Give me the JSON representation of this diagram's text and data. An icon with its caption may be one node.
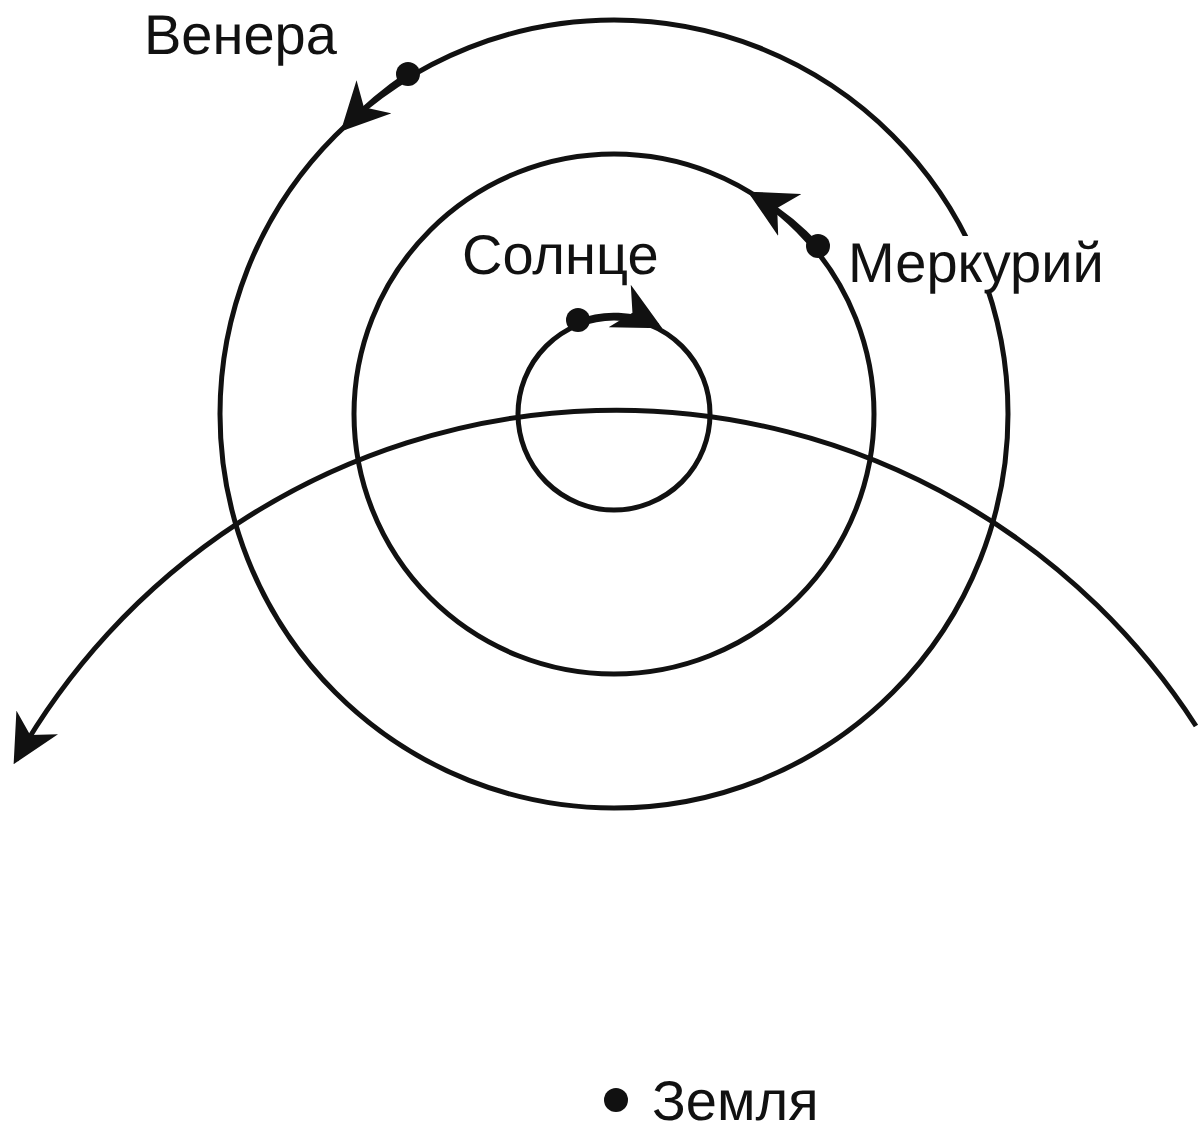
{
  "diagram": {
    "labels": [
      "Венера",
      "Меркурий",
      "Солнце",
      "Земля"
    ]
  }
}
